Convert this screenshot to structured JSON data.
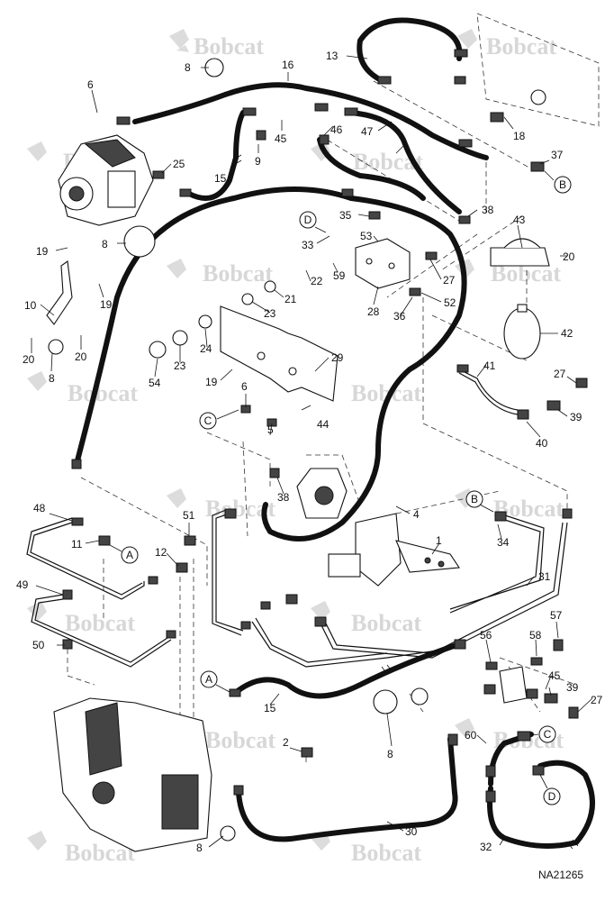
{
  "diagram": {
    "watermark": "Bobcat",
    "drawing_code": "NA21265",
    "callouts": [
      {
        "label": "8"
      },
      {
        "label": "16"
      },
      {
        "label": "13"
      },
      {
        "label": "6"
      },
      {
        "label": "45"
      },
      {
        "label": "46"
      },
      {
        "label": "47"
      },
      {
        "label": "9"
      },
      {
        "label": "25"
      },
      {
        "label": "15"
      },
      {
        "label": "18"
      },
      {
        "label": "37"
      },
      {
        "label": "38"
      },
      {
        "label": "35"
      },
      {
        "label": "43"
      },
      {
        "label": "53"
      },
      {
        "label": "33"
      },
      {
        "label": "8"
      },
      {
        "label": "19"
      },
      {
        "label": "59"
      },
      {
        "label": "20"
      },
      {
        "label": "27"
      },
      {
        "label": "22"
      },
      {
        "label": "19"
      },
      {
        "label": "21"
      },
      {
        "label": "52"
      },
      {
        "label": "10"
      },
      {
        "label": "28"
      },
      {
        "label": "36"
      },
      {
        "label": "23"
      },
      {
        "label": "42"
      },
      {
        "label": "20"
      },
      {
        "label": "20"
      },
      {
        "label": "24"
      },
      {
        "label": "8"
      },
      {
        "label": "29"
      },
      {
        "label": "23"
      },
      {
        "label": "41"
      },
      {
        "label": "54"
      },
      {
        "label": "19"
      },
      {
        "label": "27"
      },
      {
        "label": "6"
      },
      {
        "label": "44"
      },
      {
        "label": "39"
      },
      {
        "label": "40"
      },
      {
        "label": "5"
      },
      {
        "label": "38"
      },
      {
        "label": "4"
      },
      {
        "label": "48"
      },
      {
        "label": "51"
      },
      {
        "label": "34"
      },
      {
        "label": "11"
      },
      {
        "label": "1"
      },
      {
        "label": "12"
      },
      {
        "label": "31"
      },
      {
        "label": "49"
      },
      {
        "label": "57"
      },
      {
        "label": "56"
      },
      {
        "label": "58"
      },
      {
        "label": "50"
      },
      {
        "label": "45"
      },
      {
        "label": "39"
      },
      {
        "label": "15"
      },
      {
        "label": "27"
      },
      {
        "label": "2"
      },
      {
        "label": "8"
      },
      {
        "label": "60"
      },
      {
        "label": "30"
      },
      {
        "label": "8"
      },
      {
        "label": "32"
      }
    ],
    "connectors": [
      {
        "letter": "B"
      },
      {
        "letter": "D"
      },
      {
        "letter": "C"
      },
      {
        "letter": "B"
      },
      {
        "letter": "A"
      },
      {
        "letter": "A"
      },
      {
        "letter": "C"
      },
      {
        "letter": "D"
      }
    ]
  }
}
